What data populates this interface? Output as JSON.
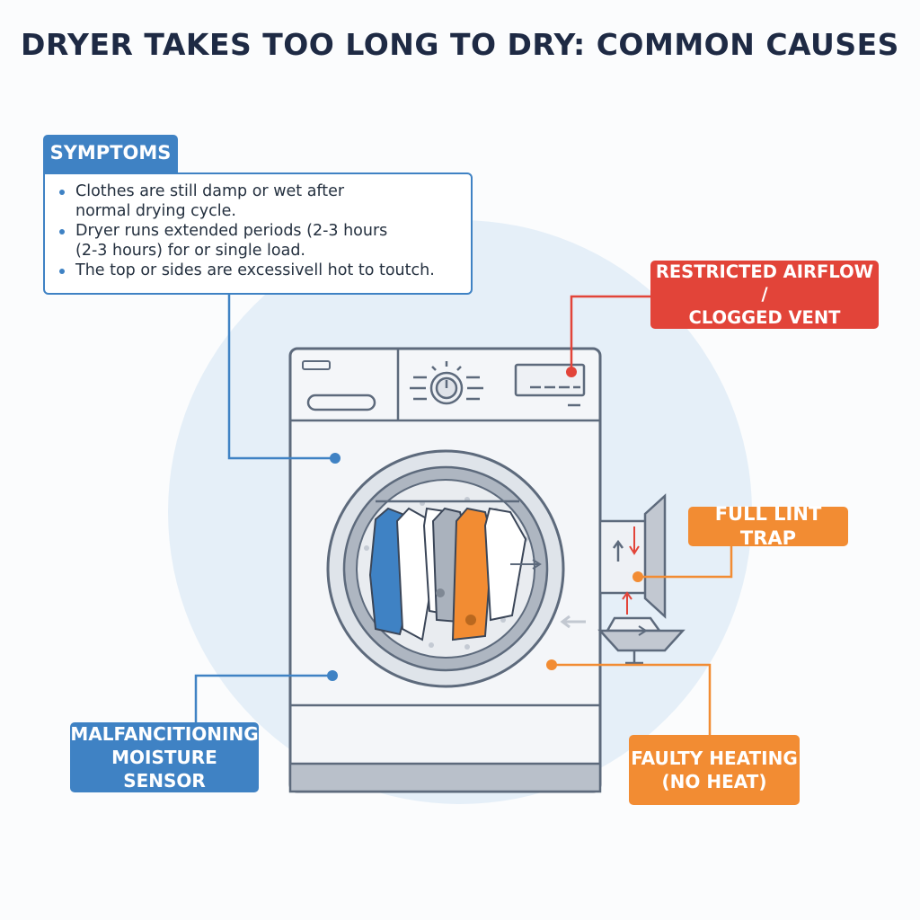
{
  "title": "DRYER TAKES TOO LONG TO  DRY: COMMON CAUSES",
  "symptoms": {
    "heading": "SYMPTOMS",
    "items": [
      {
        "line1": "Clothes are still damp or wet after",
        "line2": "normal drying cycle."
      },
      {
        "line1": "Dryer runs extended periods (2-3 hours",
        "line2": "(2-3 hours) for or single load."
      },
      {
        "line1": "The top or sides are excessivell hot to toutch.",
        "line2": ""
      }
    ]
  },
  "causes": {
    "restricted_airflow": {
      "line1": "RESTRICTED AIRFLOW /",
      "line2": "CLOGGED VENT",
      "color": "#e24439"
    },
    "lint_trap": {
      "line1": "FULL LINT TRAP",
      "color": "#f28c33"
    },
    "heating": {
      "line1": "FAULTY HEATING",
      "line2": "(NO HEAT)",
      "color": "#f28c33"
    },
    "moisture_sensor": {
      "line1": "MALFANCITIONING",
      "line2": "MOISTURE SENSOR",
      "color": "#3f82c4"
    }
  },
  "colors": {
    "title": "#1e2a44",
    "blue": "#3f82c4",
    "red": "#e24439",
    "orange": "#f28c33",
    "outline": "#5d6a7c",
    "background_circle": "#e5eff8"
  },
  "icons": [
    "dryer-icon",
    "control-knob-icon",
    "display-panel-icon",
    "door-window-icon",
    "clothes-icon",
    "vent-duct-icon",
    "heater-icon",
    "airflow-arrow-icon"
  ]
}
